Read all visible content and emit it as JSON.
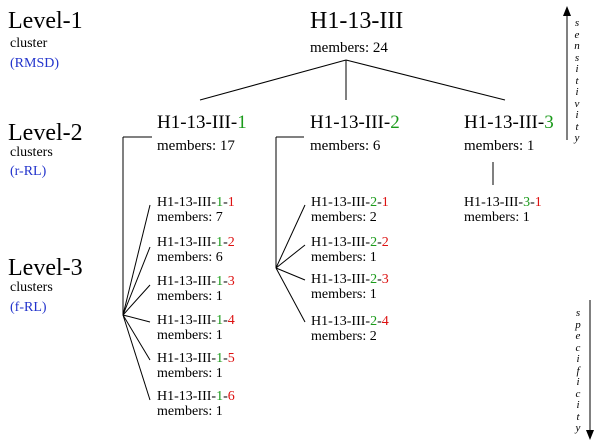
{
  "levels": [
    {
      "title": "Level-1",
      "sub": "cluster",
      "method": "(RMSD)"
    },
    {
      "title": "Level-2",
      "sub": "clusters",
      "method": "(r-RL)"
    },
    {
      "title": "Level-3",
      "sub": "clusters",
      "method": "(f-RL)"
    }
  ],
  "root": {
    "name": "H1-13-III",
    "members": "members: 24"
  },
  "level2": [
    {
      "base": "H1-13-III-",
      "idx": "1",
      "members": "members: 17"
    },
    {
      "base": "H1-13-III-",
      "idx": "2",
      "members": "members: 6"
    },
    {
      "base": "H1-13-III-",
      "idx": "3",
      "members": "members: 1"
    }
  ],
  "level3_group1": [
    {
      "base": "H1-13-III-",
      "p": "1",
      "sep": "-",
      "c": "1",
      "members": "members: 7"
    },
    {
      "base": "H1-13-III-",
      "p": "1",
      "sep": "-",
      "c": "2",
      "members": "members: 6"
    },
    {
      "base": "H1-13-III-",
      "p": "1",
      "sep": "-",
      "c": "3",
      "members": "members: 1"
    },
    {
      "base": "H1-13-III-",
      "p": "1",
      "sep": "-",
      "c": "4",
      "members": "members: 1"
    },
    {
      "base": "H1-13-III-",
      "p": "1",
      "sep": "-",
      "c": "5",
      "members": "members: 1"
    },
    {
      "base": "H1-13-III-",
      "p": "1",
      "sep": "-",
      "c": "6",
      "members": "members: 1"
    }
  ],
  "level3_group2": [
    {
      "base": "H1-13-III-",
      "p": "2",
      "sep": "-",
      "c": "1",
      "members": "members: 2"
    },
    {
      "base": "H1-13-III-",
      "p": "2",
      "sep": "-",
      "c": "2",
      "members": "members: 1"
    },
    {
      "base": "H1-13-III-",
      "p": "2",
      "sep": "-",
      "c": "3",
      "members": "members: 1"
    },
    {
      "base": "H1-13-III-",
      "p": "2",
      "sep": "-",
      "c": "4",
      "members": "members: 2"
    }
  ],
  "level3_group3": [
    {
      "base": "H1-13-III-",
      "p": "3",
      "sep": "-",
      "c": "1",
      "members": "members: 1"
    }
  ],
  "axis": {
    "top": "sensitivity",
    "bottom": "specificity"
  },
  "colors": {
    "parent_index": "#1a9a1a",
    "child_index": "#dd1111",
    "method": "#2233cc"
  }
}
